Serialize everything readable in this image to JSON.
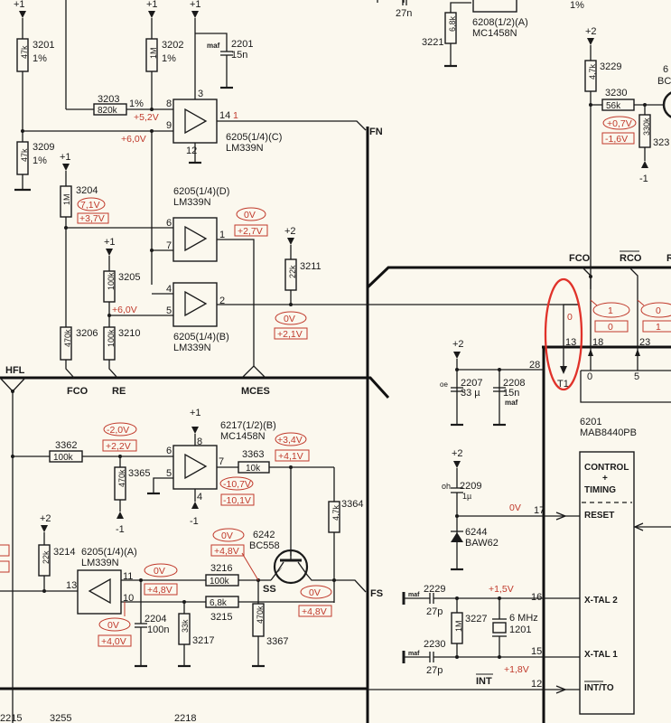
{
  "diagram": {
    "type": "circuit-schematic",
    "supplies": {
      "plus1": "+1",
      "plus2": "+2",
      "minus1": "-1"
    },
    "resistors": [
      {
        "ref": "3201",
        "value": "47k",
        "tol": "1%"
      },
      {
        "ref": "3202",
        "value": "1M",
        "tol": "1%"
      },
      {
        "ref": "3203",
        "value": "820k",
        "tol": "1%"
      },
      {
        "ref": "3209",
        "value": "47k",
        "tol": "1%"
      },
      {
        "ref": "3204",
        "value": "1M"
      },
      {
        "ref": "3205",
        "value": "100k"
      },
      {
        "ref": "3206",
        "value": "470k"
      },
      {
        "ref": "3210",
        "value": "100k"
      },
      {
        "ref": "3211",
        "value": "22k"
      },
      {
        "ref": "3221",
        "value": "6,8k"
      },
      {
        "ref": "3229",
        "value": "4,7k"
      },
      {
        "ref": "3230",
        "value": "56k"
      },
      {
        "ref": "323",
        "value": "330k"
      },
      {
        "ref": "3362",
        "value": "100k"
      },
      {
        "ref": "3365",
        "value": "470k"
      },
      {
        "ref": "3363",
        "value": "10k"
      },
      {
        "ref": "3364",
        "value": "4,7k"
      },
      {
        "ref": "3214",
        "value": "22k"
      },
      {
        "ref": "3216",
        "value": "100k"
      },
      {
        "ref": "3215",
        "value": "6,8k"
      },
      {
        "ref": "3217",
        "value": "33k"
      },
      {
        "ref": "3367",
        "value": "470k"
      },
      {
        "ref": "3227",
        "value": "1M"
      }
    ],
    "capacitors": [
      {
        "ref": "2201",
        "value": "15n",
        "note": "maf"
      },
      {
        "ref": "2207",
        "value": "33 µ",
        "note": "oe"
      },
      {
        "ref": "2208",
        "value": "15n",
        "note": "maf"
      },
      {
        "ref": "2209",
        "value": "1µ",
        "note": "oh"
      },
      {
        "ref": "2204",
        "value": "100n"
      },
      {
        "ref": "2229",
        "value": "27p",
        "note": "maf"
      },
      {
        "ref": "2230",
        "value": "27p",
        "note": "maf"
      },
      {
        "ref": "top",
        "value": "27n"
      }
    ],
    "ics": {
      "c": {
        "ref": "6205(1/4)(C)",
        "part": "LM339N",
        "pins": {
          "in_minus": "8",
          "in_plus": "9",
          "out": "14",
          "vcc": "3",
          "gnd": "12"
        },
        "out_state": "1"
      },
      "d": {
        "ref": "6205(1/4)(D)",
        "part": "LM339N",
        "pins": {
          "in_minus": "6",
          "in_plus": "7",
          "out": "1"
        }
      },
      "b": {
        "ref": "6205(1/4)(B)",
        "part": "LM339N",
        "pins": {
          "in_minus": "4",
          "in_plus": "5",
          "out": "2"
        }
      },
      "a": {
        "ref": "6205(1/4)(A)",
        "part": "LM339N",
        "pins": {
          "in_plus": "11",
          "in_minus": "10",
          "out": "13"
        }
      },
      "opamp": {
        "ref": "6217(1/2)(B)",
        "part": "MC1458N",
        "pins": {
          "in_minus": "6",
          "in_plus": "5",
          "out": "7",
          "vcc": "8",
          "vee": "4"
        }
      },
      "top": {
        "ref": "6208(1/2)(A)",
        "part": "MC1458N"
      },
      "mcu": {
        "ref": "6201",
        "part": "MAB8440PB",
        "block_title_1": "CONTROL",
        "block_title_2": "+",
        "block_title_3": "TIMING",
        "pin_reset": "RESET",
        "pin_xtal2": "X-TAL 2",
        "pin_xtal1": "X-TAL 1",
        "pin_int": "INT/TO"
      }
    },
    "semis": {
      "transistor": {
        "ref": "6242",
        "part": "BC558"
      },
      "diode": {
        "ref": "6244",
        "part": "BAW62"
      },
      "crystal": {
        "ref": "1201",
        "value": "6 MHz"
      },
      "right_transistor": {
        "ref": "6",
        "part": "BC"
      }
    },
    "nets": {
      "fn": "FN",
      "fs": "FS",
      "ss": "SS",
      "hfl": "HFL",
      "fco": "FCO",
      "re": "RE",
      "mces": "MCES",
      "rco": "RCO",
      "r": "R",
      "int": "INT",
      "t1": "T1"
    },
    "mcu_pins": {
      "p28": "28",
      "p13": "13",
      "p18": "18",
      "p23": "23",
      "p17": "17",
      "p16": "16",
      "p15": "15",
      "p12": "12",
      "in0": "0",
      "in5": "5"
    },
    "voltages": {
      "n8": "+5,2V",
      "n9": "+6,0V",
      "r3204_oval": "7,1V",
      "r3204_box": "+3,7V",
      "d_out_oval": "0V",
      "d_out_box": "+2,7V",
      "r3205": "+6,0V",
      "b_out_oval": "0V",
      "b_out_box": "+2,1V",
      "r3230_oval": "+0,7V",
      "r3230_box": "-1,6V",
      "t1_state": "0",
      "fco_oval": "1",
      "fco_box": "0",
      "rco_oval": "0",
      "rco_box": "1",
      "r3362_oval": "-2,0V",
      "r3362_box": "+2,2V",
      "op_out_oval": "+3,4V",
      "op_out_box": "+4,1V",
      "op_v_oval": "-10,7V",
      "op_v_box": "-10,1V",
      "q_oval": "0V",
      "q_box": "+4,8V",
      "a_in_oval": "0V",
      "a_in_box": "+4,8V",
      "a_10_oval": "0V",
      "a_10_box": "+4,0V",
      "fs_oval": "0V",
      "fs_box": "+4,8V",
      "reset": "0V",
      "xtal2": "+1,5V",
      "xtal1": "+1,8V"
    },
    "bottom_labels": [
      "2215",
      "3255",
      "2218"
    ],
    "annotation": {
      "highlight": "red-ellipse-around-T1-pin-13",
      "color": "#e0322a"
    }
  }
}
